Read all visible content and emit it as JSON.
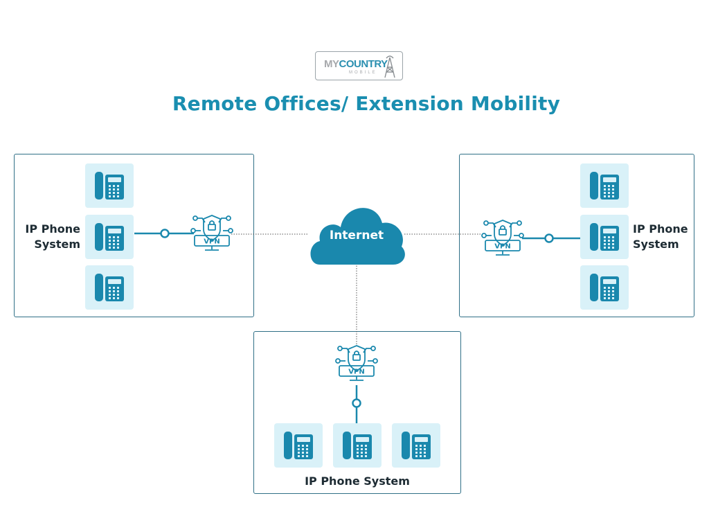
{
  "logo": {
    "part1": "MY",
    "part2": "COUNTRY",
    "sub": "MOBILE"
  },
  "title": "Remote Offices/ Extension Mobility",
  "network": {
    "label": "Internet"
  },
  "offices": {
    "left": {
      "line1": "IP Phone",
      "line2": "System"
    },
    "right": {
      "line1": "IP Phone",
      "line2": "System"
    },
    "bottom": {
      "label": "IP Phone System"
    }
  },
  "vpn_label": "VPN",
  "colors": {
    "accent": "#1a8eb0",
    "phone_icon": "#1a88ad",
    "phone_tile": "#d9f1f8",
    "panel_border": "#2f6f86",
    "cloud": "#1a88ad"
  }
}
